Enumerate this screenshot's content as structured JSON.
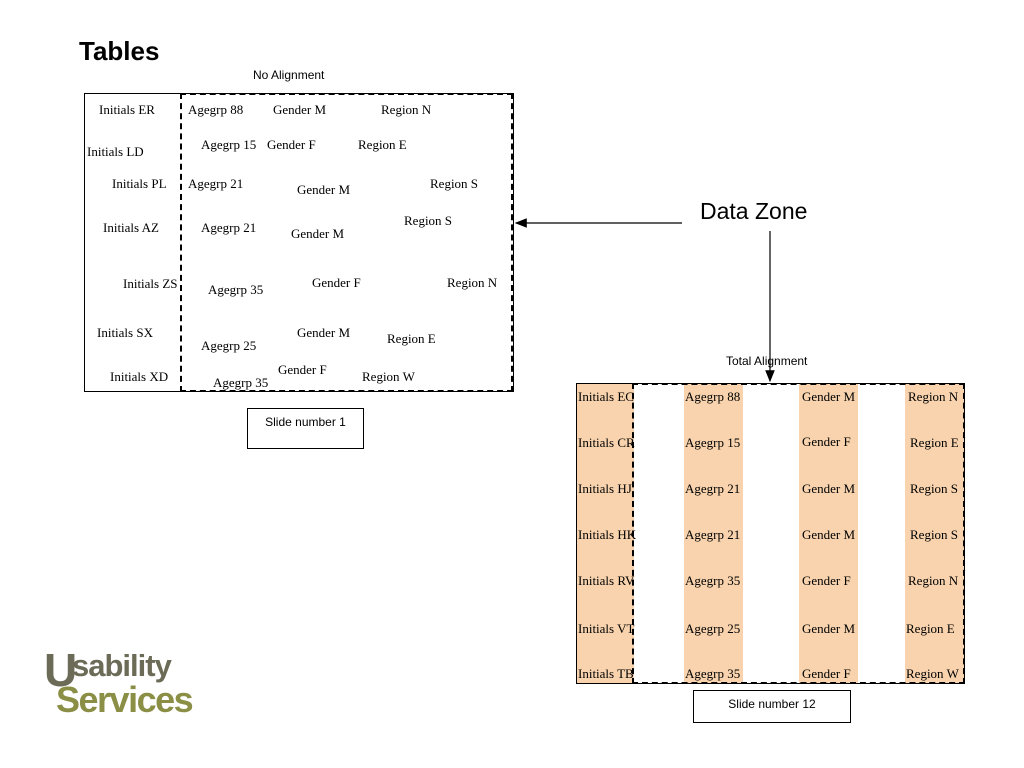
{
  "slide": {
    "title": "Tables"
  },
  "left_table": {
    "caption": "No Alignment",
    "slide_label": "Slide number 1",
    "cells": [
      "Initials ER",
      "Agegrp 88",
      "Gender M",
      "Region  N",
      "Initials LD",
      "Agegrp 15",
      "Gender  F",
      "Region  E",
      "Initials PL",
      "Agegrp 21",
      "Gender M",
      "Region  S",
      "Initials AZ",
      "Agegrp 21",
      "Gender M",
      "Region  S",
      "Initials ZS",
      "Agegrp 35",
      "Gender  F",
      "Region  N",
      "Initials SX",
      "Agegrp 25",
      "Gender M",
      "Region   E",
      "Initials XD",
      "Agegrp 35",
      "Gender  F",
      "Region  W"
    ]
  },
  "right_table": {
    "caption": "Total Alignment",
    "slide_label": "Slide number 12",
    "rows": [
      {
        "initials": "Initials EC",
        "agegrp": "Agegrp 88",
        "gender": "Gender M",
        "region": "Region  N"
      },
      {
        "initials": "Initials CR",
        "agegrp": "Agegrp 15",
        "gender": "Gender  F",
        "region": "Region  E"
      },
      {
        "initials": "Initials HJ",
        "agegrp": "Agegrp 21",
        "gender": "Gender M",
        "region": "Region  S"
      },
      {
        "initials": "Initials HK",
        "agegrp": "Agegrp 21",
        "gender": "Gender M",
        "region": "Region  S"
      },
      {
        "initials": "Initials RV",
        "agegrp": "Agegrp 35",
        "gender": "Gender  F",
        "region": "Region  N"
      },
      {
        "initials": "Initials VT",
        "agegrp": "Agegrp 25",
        "gender": "Gender M",
        "region": "Region   E"
      },
      {
        "initials": "Initials TB",
        "agegrp": "Agegrp 35",
        "gender": "Gender  F",
        "region": "Region  W"
      }
    ]
  },
  "annotation": {
    "label": "Data Zone"
  },
  "logo": {
    "first_letter": "U",
    "line1_rest": "sability",
    "line2": "Services"
  },
  "colors": {
    "column_fill": "#f8d3ad",
    "logo_dark": "#6b6b57",
    "logo_green": "#8a8f45"
  }
}
